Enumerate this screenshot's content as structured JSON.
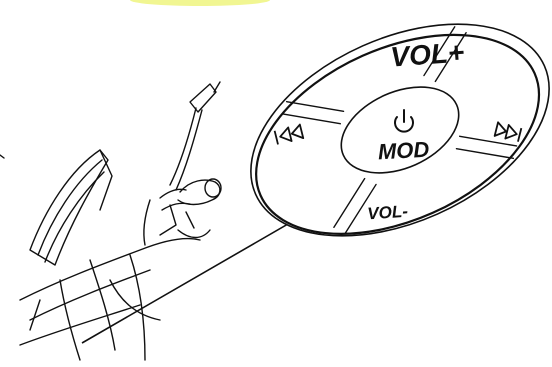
{
  "colors": {
    "ink": "#111111",
    "pad_fill": "#ffffff",
    "background": "#ffffff",
    "top_glow": "#e8f04a"
  },
  "remote": {
    "vol_plus_label": "VOL+",
    "vol_minus_label": "VOL-",
    "mode_label": "MOD",
    "power_icon": "power-icon",
    "prev_icon": "previous-track-icon",
    "next_icon": "next-track-icon"
  }
}
